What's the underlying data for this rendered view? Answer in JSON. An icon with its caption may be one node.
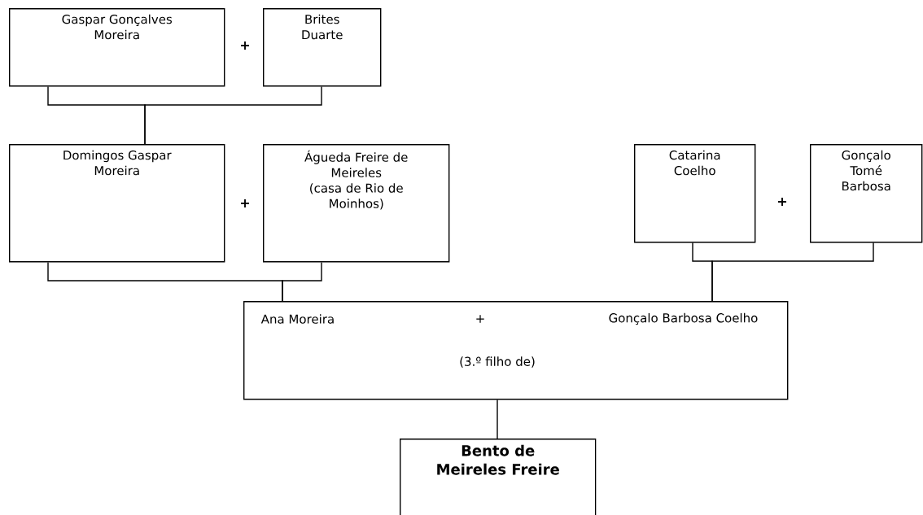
{
  "diagram": {
    "nodes": [
      {
        "text": [
          "Gaspar Gonçalves Moreira"
        ]
      },
      {
        "text": [
          "Brites Duarte"
        ]
      },
      {
        "text": [
          "Domingos Gaspar Moreira"
        ]
      },
      {
        "text": [
          "Águeda Freire de Meireles",
          "(casa de Rio de Moinhos)"
        ]
      },
      {
        "text": [
          "Catarina Coelho"
        ]
      },
      {
        "text": [
          "Gonçalo Tomé Barbosa"
        ]
      },
      {
        "text": [
          "Ana Moreira",
          "+",
          "Gonçalo Barbosa Coelho",
          "(3.º filho de)"
        ]
      },
      {
        "text": [
          "Bento de Meireles Freire"
        ]
      }
    ],
    "edges": [
      {
        "from": 0,
        "to": 2,
        "arrow": "none"
      },
      {
        "from": 1,
        "to": 2,
        "arrow": "none"
      },
      {
        "from": 2,
        "to": 6,
        "arrow": "none"
      },
      {
        "from": 3,
        "to": 6,
        "arrow": "none"
      },
      {
        "from": 4,
        "to": 6,
        "arrow": "none"
      },
      {
        "from": 5,
        "to": 6,
        "arrow": "none"
      },
      {
        "from": 6,
        "to": 7,
        "arrow": "none"
      }
    ],
    "labels": [
      "+",
      "+",
      "+"
    ]
  }
}
